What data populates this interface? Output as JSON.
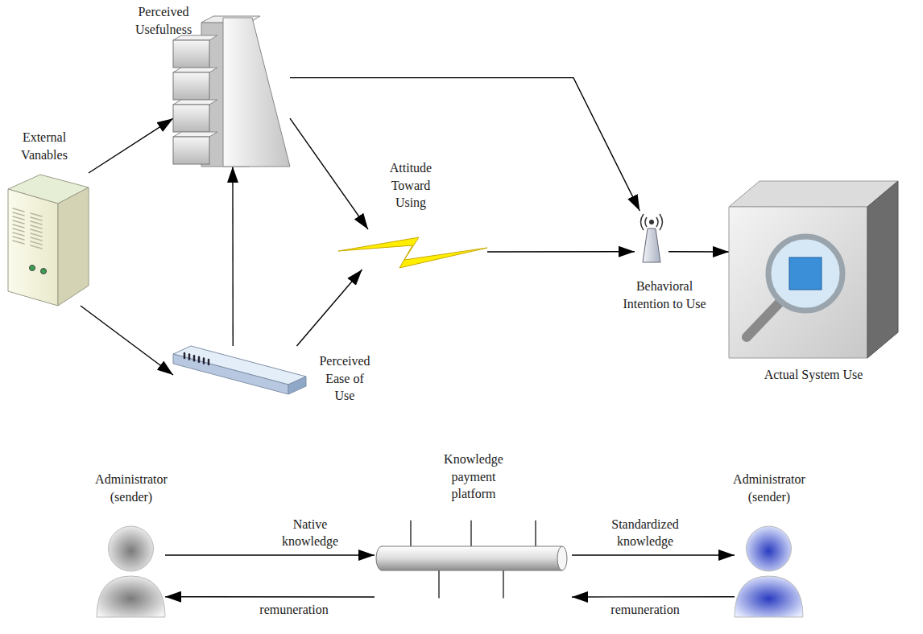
{
  "diagram": {
    "nodes": [
      {
        "text": [
          "Perceived Usefulness"
        ]
      },
      {
        "text": [
          "External Vanables"
        ]
      },
      {
        "text": [
          "Attitude Toward Using"
        ]
      },
      {
        "text": [
          "Behavioral Intention to Use"
        ]
      },
      {
        "text": [
          "Actual System Use"
        ]
      },
      {
        "text": [
          "Perceived Ease of Use"
        ]
      },
      {
        "text": [
          "Administrator (sender)"
        ]
      },
      {
        "text": [
          "Knowledge payment platform"
        ]
      },
      {
        "text": [
          "Administrator (sender)"
        ]
      }
    ],
    "edges": [
      {
        "from": 1,
        "to": 0,
        "arrow": "to"
      },
      {
        "from": 1,
        "to": 5,
        "arrow": "to"
      },
      {
        "from": 5,
        "to": 0,
        "arrow": "to"
      },
      {
        "from": 5,
        "to": 2,
        "arrow": "to"
      },
      {
        "from": 0,
        "to": 2,
        "arrow": "to"
      },
      {
        "from": 0,
        "to": 3,
        "arrow": "to"
      },
      {
        "from": 2,
        "to": 3,
        "arrow": "to"
      },
      {
        "from": 3,
        "to": 4,
        "arrow": "to"
      },
      {
        "from": 6,
        "to": 7,
        "label": "Native knowledge",
        "arrow": "to"
      },
      {
        "from": 7,
        "to": 8,
        "label": "Standardized knowledge",
        "arrow": "to"
      },
      {
        "from": 8,
        "to": 7,
        "label": "remuneration",
        "arrow": "to"
      },
      {
        "from": 7,
        "to": 6,
        "label": "remuneration",
        "arrow": "to"
      }
    ]
  }
}
